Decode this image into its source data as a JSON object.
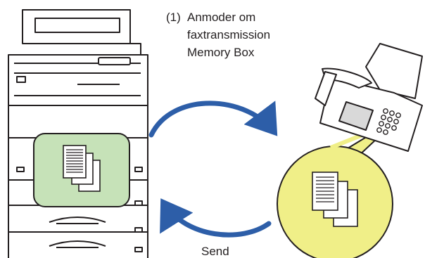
{
  "steps": {
    "request": {
      "number": "(1)",
      "lines": [
        "Anmoder om",
        "faxtransmission",
        "Memory Box"
      ]
    },
    "send": {
      "label": "Send"
    }
  },
  "devices": {
    "mfp": {
      "icon": "multifunction-printer-icon",
      "document_area_color": "#c6e2b8"
    },
    "fax": {
      "icon": "fax-machine-icon",
      "bubble_color": "#f0ef88"
    }
  },
  "colors": {
    "arrow": "#2d5ea8",
    "outline": "#231f20"
  }
}
